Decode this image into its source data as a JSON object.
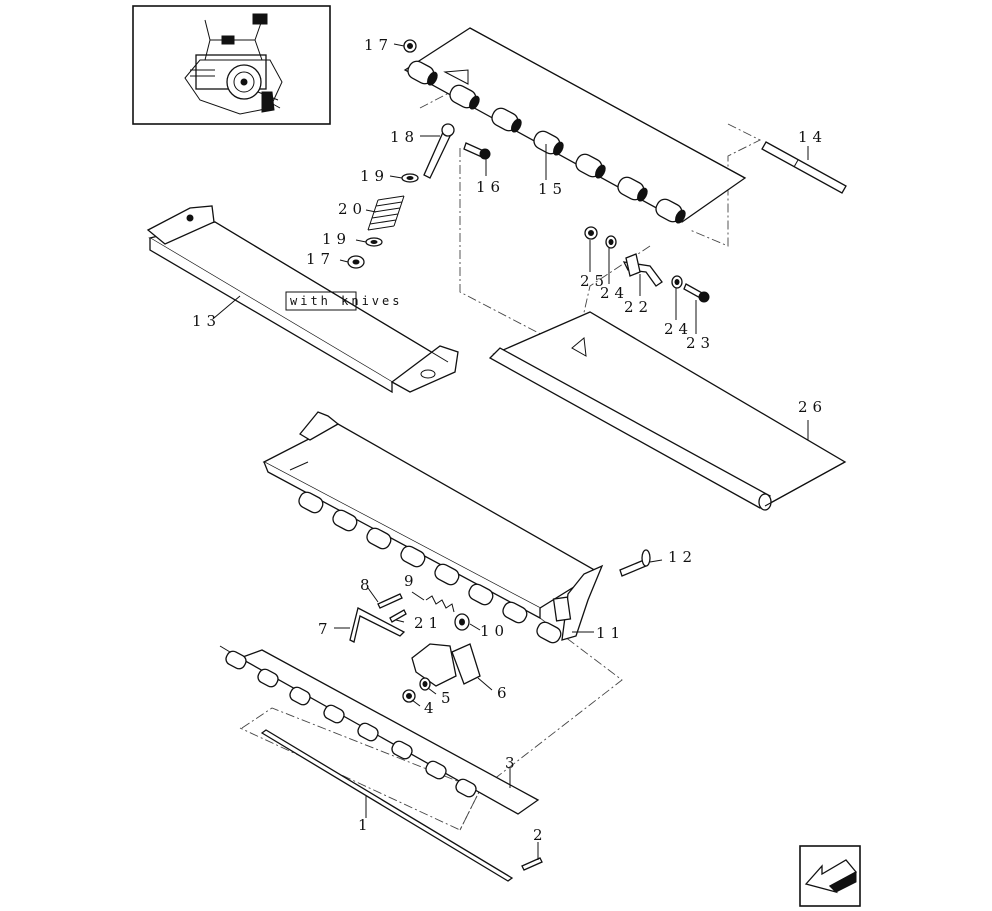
{
  "diagram": {
    "note": "with knives",
    "callouts": {
      "c1": "1",
      "c2": "2",
      "c3": "3",
      "c4": "4",
      "c5": "5",
      "c6": "6",
      "c7": "7",
      "c8": "8",
      "c9": "9",
      "c10": "10",
      "c11": "11",
      "c12": "12",
      "c13": "13",
      "c14": "14",
      "c15": "15",
      "c16": "16",
      "c17a": "17",
      "c17b": "17",
      "c18": "18",
      "c19a": "19",
      "c19b": "19",
      "c20": "20",
      "c21": "21",
      "c22": "22",
      "c23": "23",
      "c24a": "24",
      "c24b": "24",
      "c25": "25",
      "c26": "26"
    }
  },
  "icons": {
    "thumbnail": "machine-overview-thumbnail",
    "nav": "return-arrow-icon"
  }
}
